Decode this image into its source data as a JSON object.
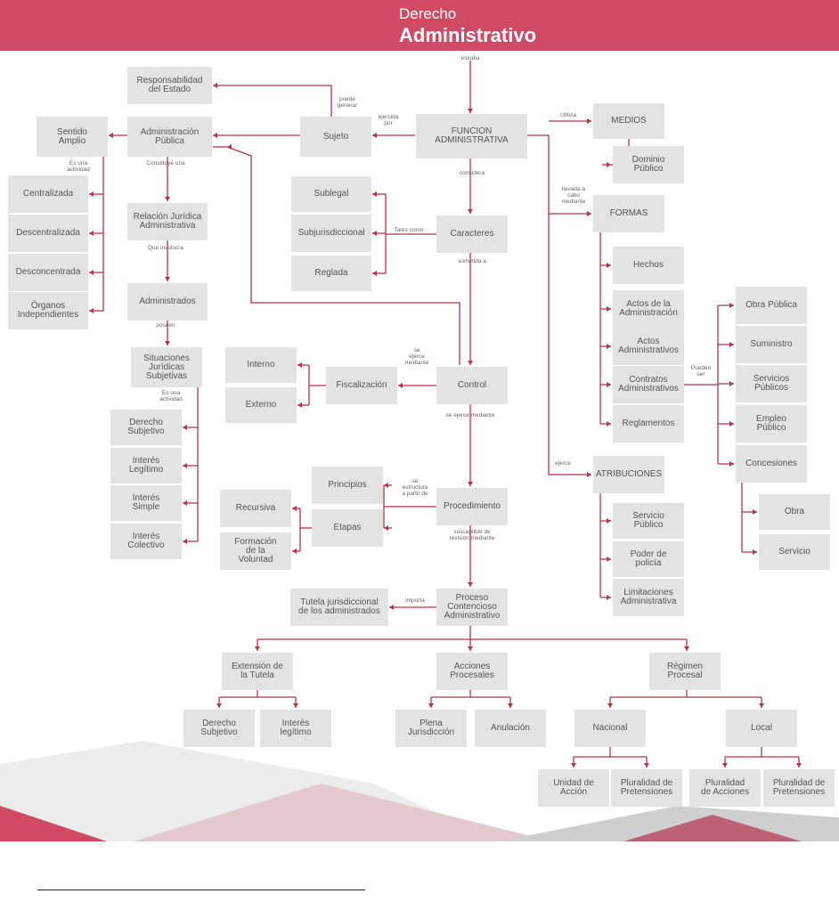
{
  "title": {
    "line1": "Derecho",
    "line2": "Administrativo"
  },
  "colors": {
    "accent": "#d14a63",
    "node_bg": "#e3e3e3",
    "line": "#b8324e",
    "text": "#555555"
  },
  "nodes": {
    "responsabilidad": "Responsabilidad\ndel Estado",
    "sentido": "Sentido\nAmplio",
    "adminpublica": "Administración\nPública",
    "sujeto": "Sujeto",
    "funcion": "FUNCION\nADMINISTRATIVA",
    "medios": "MEDIOS",
    "dominio": "Dominio\nPúblico",
    "centralizada": "Centralizada",
    "descentralizada": "Descentralizada",
    "desconcentrada": "Desconcentrada",
    "organos": "Órganos\nIndependientes",
    "relacion": "Relación Jurídica\nAdministrativa",
    "administrados": "Administrados",
    "sublegal": "Sublegal",
    "subjuris": "Subjurisdiccional",
    "reglada": "Reglada",
    "caracteres": "Caracteres",
    "formas": "FORMAS",
    "hechos": "Hechos",
    "actosadmin": "Actos de la\nAdministración",
    "actosadministrativos": "Actos\nAdministrativos",
    "contratos": "Contratos\nAdministrativos",
    "reglamentos": "Reglamentos",
    "obrapublica": "Obra Pública",
    "suministro": "Suministro",
    "serviciospublicos": "Servicios\nPúblicos",
    "empleopublico": "Empleo\nPúblico",
    "concesiones": "Concesiones",
    "obra": "Obra",
    "servicio": "Servicio",
    "situaciones": "Situaciones\nJurídicas\nSubjetivas",
    "derechosubj": "Derecho\nSubjetivo",
    "interesleg": "Interés\nLegítimo",
    "interessimple": "Interés\nSimple",
    "interescol": "Interés\nColectivo",
    "interno": "Interno",
    "externo": "Externo",
    "fiscalizacion": "Fiscalización",
    "control": "Control",
    "principios": "Principios",
    "etapas": "Etapas",
    "recursiva": "Recursiva",
    "formacion": "Formación\nde la\nVoluntad",
    "procedimiento": "Procedimiento",
    "atribuciones": "ATRIBUCIONES",
    "serviciopublico": "Servicio\nPúblico",
    "poderpolicia": "Poder de\npolicía",
    "limitaciones": "Limitaciones\nAdministrativa",
    "tutela": "Tutela jurisdiccional\nde los administrados",
    "proceso": "Proceso\nContencioso\nAdministrativo",
    "extension": "Extensión de\nla Tutela",
    "acciones": "Acciones\nProcesales",
    "regimen": "Régimen\nProcesal",
    "derechosubj2": "Derecho\nSubjetivo",
    "interesleg2": "Interés\nlegítimo",
    "plena": "Plena\nJurisdicción",
    "anulacion": "Anulación",
    "nacional": "Nacional",
    "local": "Local",
    "unidad": "Unidad de\nAcción",
    "pluralidadpret1": "Pluralidad de\nPretensiones",
    "pluralidadacc": "Pluralidad\nde Acciones",
    "pluralidadpret2": "Pluralidad de\nPretensiones"
  },
  "labels": {
    "estudia": "estudia",
    "puede_generar": "puede\ngenerar",
    "ejercida_por": "ejercida\npor",
    "utiliza": "Utiliza",
    "es_una_actividad": "Es una\nactividad",
    "constituye_una": "Constituye una",
    "considera": "considera",
    "llevada_a_cabo": "llevada a\ncabo\nmediante",
    "tales_como": "Tales como",
    "que_involucra": "Que involucra",
    "sometida_a": "sometida a",
    "poseen": "poseen",
    "es_una_actividad2": "Es una\nactividad",
    "se_ejerce_mediante": "se\nejerce\nmediante",
    "pueden_ser": "Pueden\nser",
    "se_ejerce_mediante2": "se ejerce mediante",
    "ejerce": "ejerce",
    "se_estructura": "se\nestructura\na partir de",
    "susceptible": "susceptible de\nrevisión mediante",
    "importa": "importa"
  }
}
